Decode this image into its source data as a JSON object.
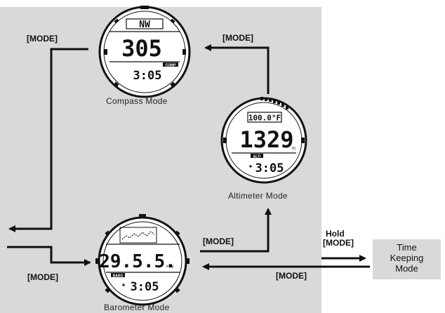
{
  "edges": {
    "compass_to_barometer": "[MODE]",
    "barometer_to_compass": "[MODE]",
    "barometer_to_altimeter": "[MODE]",
    "altimeter_to_compass": "[MODE]",
    "hold_to_timekeeping_line1": "Hold",
    "hold_to_timekeeping_line2": "[MODE]",
    "timekeeping_to_barometer": "[MODE]"
  },
  "modes": {
    "compass": {
      "caption": "Compass Mode",
      "heading": "NW",
      "main_value": "305",
      "tag": "COMP",
      "time": "3:05"
    },
    "altimeter": {
      "caption": "Altimeter Mode",
      "temperature": "100.0°F",
      "main_value": "1329",
      "unit": "m",
      "tag": "ALTI",
      "time": "3:05"
    },
    "barometer": {
      "caption": "Barometer Mode",
      "main_value": "29.5.5.",
      "unit": "inHg",
      "tag": "BARO",
      "time": "3:05"
    },
    "timekeeping": {
      "line1": "Time",
      "line2": "Keeping",
      "line3": "Mode"
    }
  }
}
